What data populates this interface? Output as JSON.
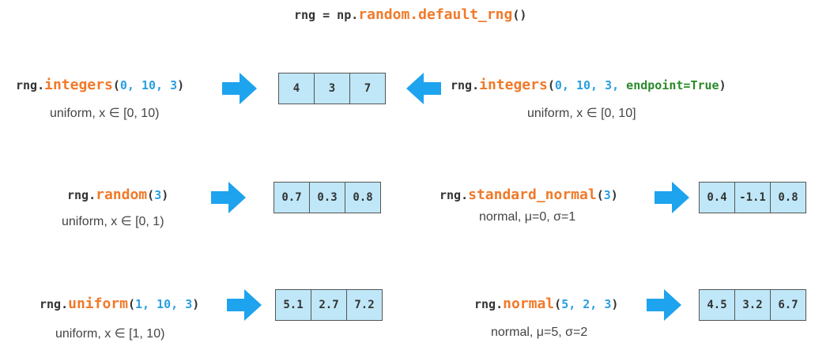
{
  "header": {
    "prefix": "rng = np.",
    "fn": "random.default_rng",
    "suffix": "()"
  },
  "arrow_color": "#1ea3ee",
  "rows": [
    {
      "left": {
        "prefix": "rng.",
        "fn": "integers",
        "open": "(",
        "args": "0, 10, 3",
        "kw": "",
        "close": ")",
        "desc": "uniform, x ∈ [0, 10)"
      },
      "values": [
        "4",
        "3",
        "7"
      ],
      "right": {
        "prefix": "rng.",
        "fn": "integers",
        "open": "(",
        "args": "0, 10, 3,",
        "kw": "endpoint=True",
        "close": ")",
        "desc": "uniform, x ∈ [0, 10]"
      }
    }
  ],
  "blocks": [
    {
      "prefix": "rng.",
      "fn": "random",
      "open": "(",
      "args": "3",
      "close": ")",
      "desc": "uniform, x ∈ [0, 1)",
      "values": [
        "0.7",
        "0.3",
        "0.8"
      ]
    },
    {
      "prefix": "rng.",
      "fn": "standard_normal",
      "open": "(",
      "args": "3",
      "close": ")",
      "desc": "normal, μ=0,  σ=1",
      "values": [
        "0.4",
        "-1.1",
        "0.8"
      ]
    },
    {
      "prefix": "rng.",
      "fn": "uniform",
      "open": "(",
      "args": "1, 10, 3",
      "close": ")",
      "desc": "uniform, x ∈ [1, 10)",
      "values": [
        "5.1",
        "2.7",
        "7.2"
      ]
    },
    {
      "prefix": "rng.",
      "fn": "normal",
      "open": "(",
      "args": "5, 2, 3",
      "close": ")",
      "desc": "normal, μ=5,  σ=2",
      "values": [
        "4.5",
        "3.2",
        "6.7"
      ]
    }
  ]
}
